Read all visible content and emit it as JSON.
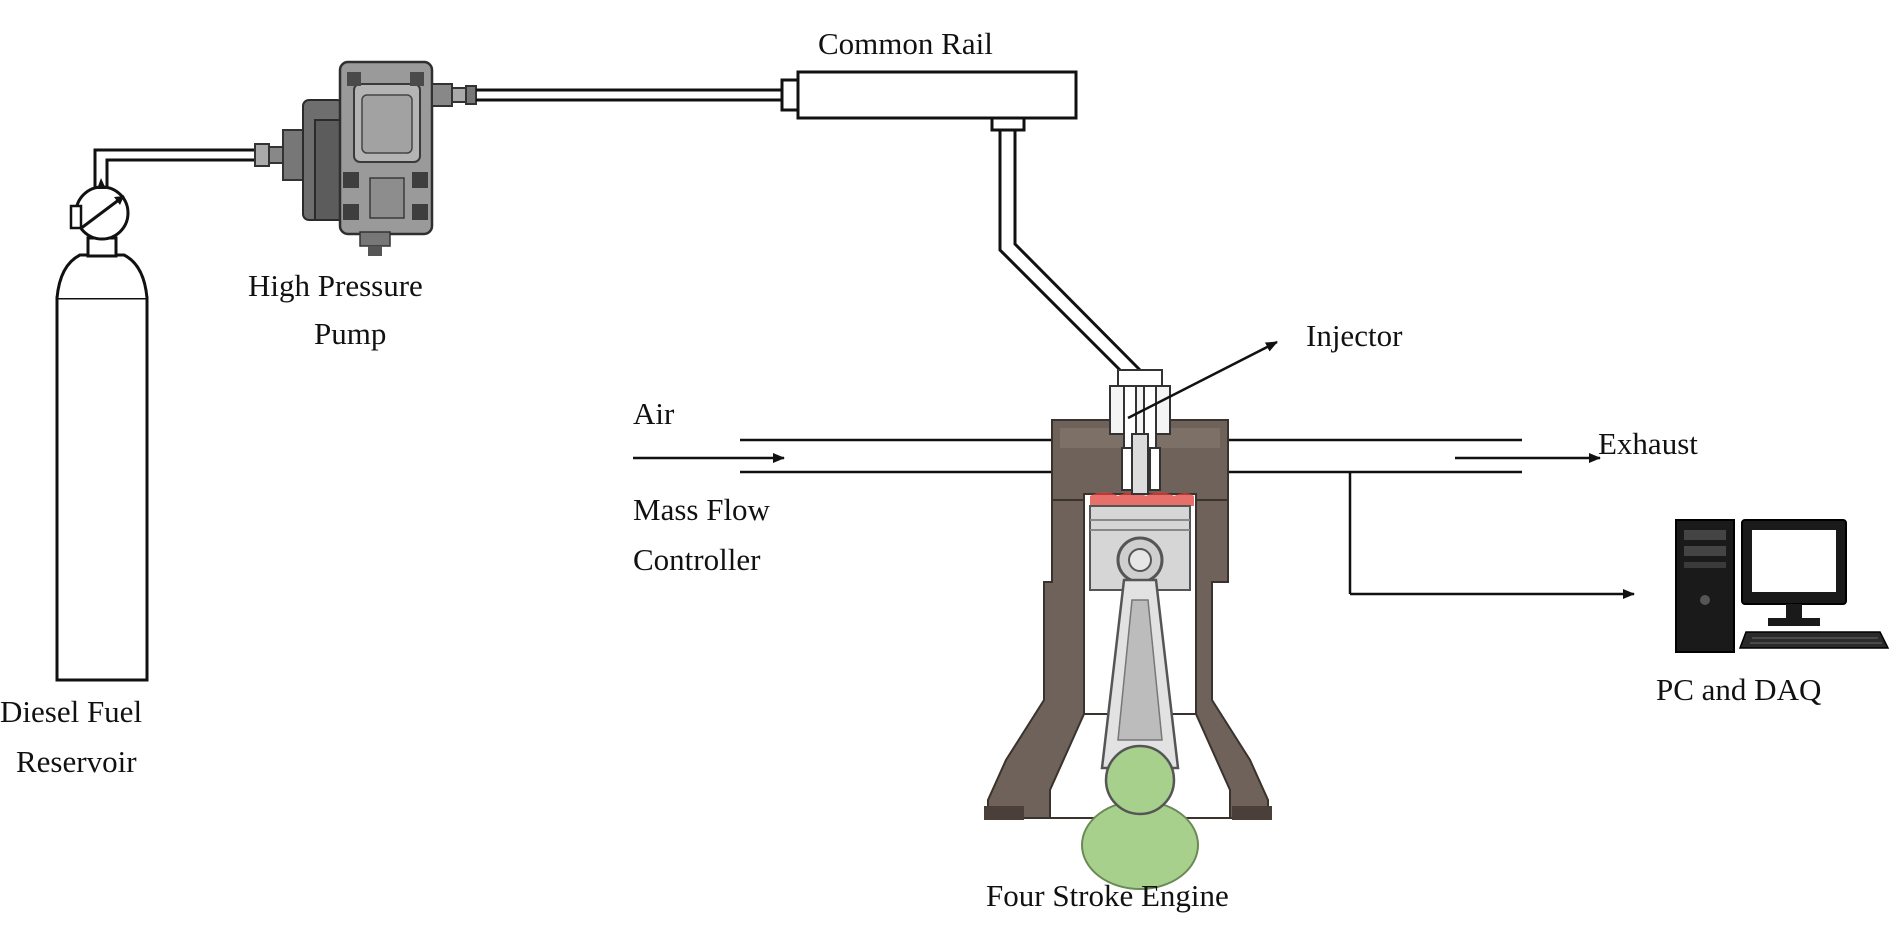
{
  "diagram": {
    "labels": {
      "common_rail": "Common Rail",
      "high_pressure_pump_line1": "High Pressure",
      "high_pressure_pump_line2": "Pump",
      "injector": "Injector",
      "air": "Air",
      "mass_flow_line1": "Mass Flow",
      "mass_flow_line2": "Controller",
      "exhaust": "Exhaust",
      "diesel_line1": "Diesel Fuel",
      "diesel_line2": "Reservoir",
      "pc_daq": "PC and DAQ",
      "engine": "Four Stroke Engine"
    },
    "colors": {
      "line": "#111111",
      "engine_block": "#6e625a",
      "engine_block_dark": "#4a4039",
      "pump_body": "#8a8a8a",
      "piston": "#d6d6d6",
      "crank": "#a8d08d",
      "spark_red": "#e0403a",
      "pc_body": "#1a1a1a"
    }
  }
}
